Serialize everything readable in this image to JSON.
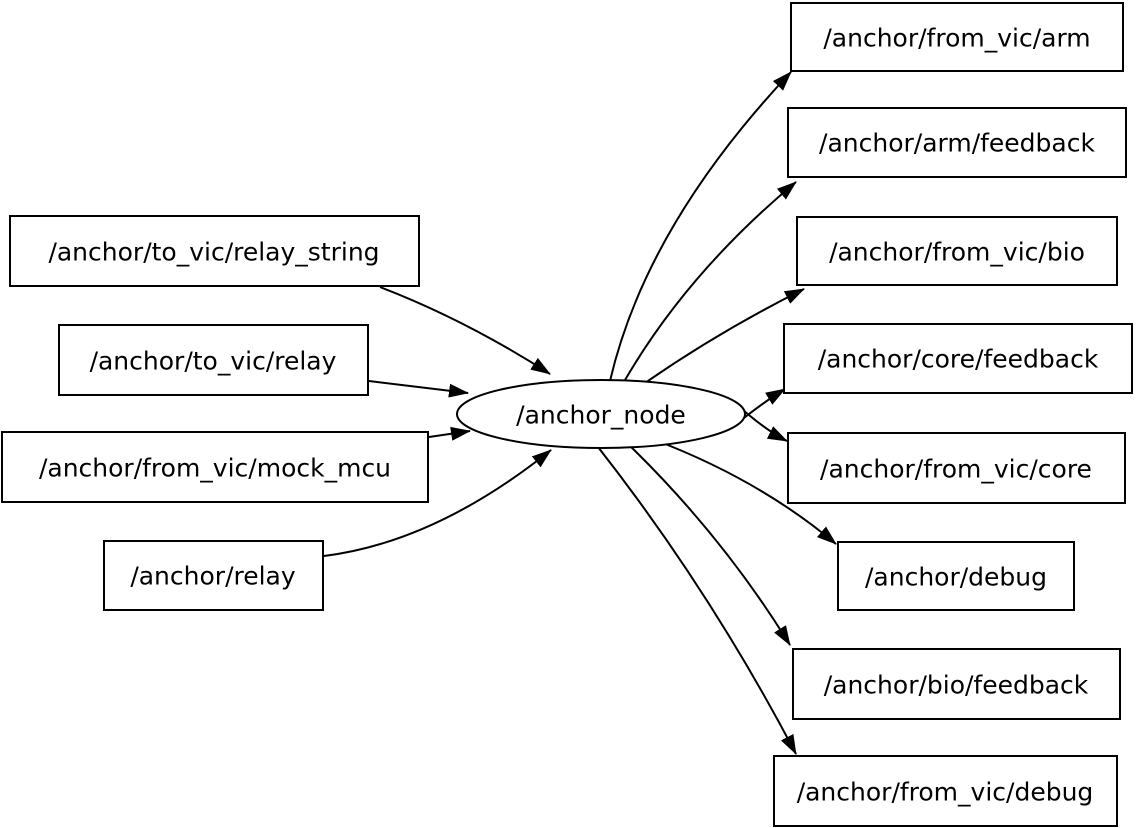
{
  "graph": {
    "center_node": {
      "label": "/anchor_node"
    },
    "input_topics": [
      {
        "label": "/anchor/to_vic/relay_string"
      },
      {
        "label": "/anchor/to_vic/relay"
      },
      {
        "label": "/anchor/from_vic/mock_mcu"
      },
      {
        "label": "/anchor/relay"
      }
    ],
    "output_topics": [
      {
        "label": "/anchor/from_vic/arm"
      },
      {
        "label": "/anchor/arm/feedback"
      },
      {
        "label": "/anchor/from_vic/bio"
      },
      {
        "label": "/anchor/core/feedback"
      },
      {
        "label": "/anchor/from_vic/core"
      },
      {
        "label": "/anchor/debug"
      },
      {
        "label": "/anchor/bio/feedback"
      },
      {
        "label": "/anchor/from_vic/debug"
      }
    ],
    "colors": {
      "background": "#ffffff",
      "node_fill": "#ffffff",
      "node_stroke": "#000000",
      "edge_stroke": "#000000",
      "text": "#000000"
    }
  }
}
